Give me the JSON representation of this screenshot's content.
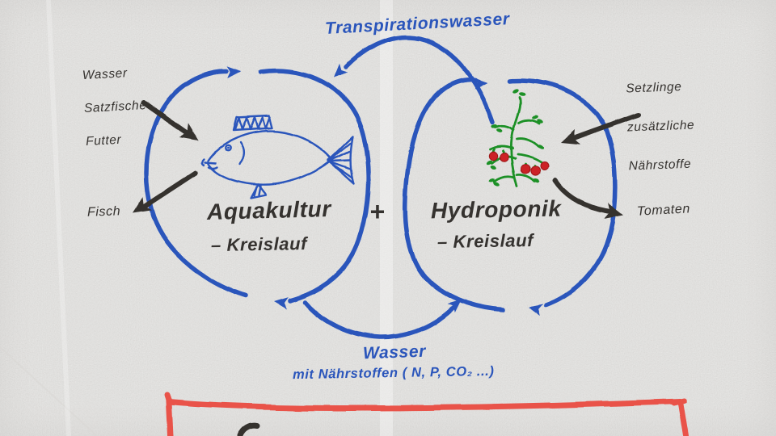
{
  "diagram": {
    "title_top": "Transpirationswasser",
    "plus_sign": "+",
    "left_cycle": {
      "name_line1": "Aquakultur",
      "name_line2": "– Kreislauf",
      "inputs": [
        "Wasser",
        "Satzfische",
        "Futter"
      ],
      "output": "Fisch"
    },
    "right_cycle": {
      "name_line1": "Hydroponik",
      "name_line2": "– Kreislauf",
      "inputs": [
        "Setzlinge",
        "zusätzliche",
        "Nährstoffe"
      ],
      "output": "Tomaten"
    },
    "bottom_flow": {
      "line1": "Wasser",
      "line2": "mit Nährstoffen ( N, P, CO₂ ...)"
    },
    "colors": {
      "paper": "#f1f0ee",
      "marker_blue": "#2a55bb",
      "marker_black": "#35322f",
      "marker_green": "#1e9025",
      "marker_red_fruit": "#cc2127",
      "marker_red_box": "#e9534a"
    }
  }
}
